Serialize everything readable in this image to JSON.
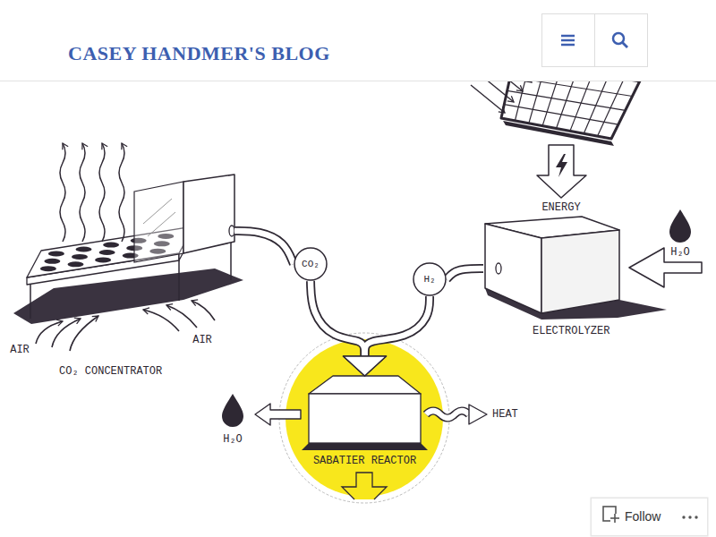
{
  "diagram": {
    "title": "CASEY HANDMER'S BLOG",
    "nodes": [
      {
        "text": [
          "CO₂ CONCENTRATOR"
        ]
      },
      {
        "text": [
          "CO₂"
        ]
      },
      {
        "text": [
          "ELECTROLYZER"
        ]
      },
      {
        "text": [
          "H₂"
        ]
      },
      {
        "text": [
          "SABATIER REACTOR"
        ]
      },
      {
        "text": [
          "Follow"
        ]
      }
    ],
    "edges": [
      {
        "from": 0,
        "to": 1,
        "arrow": "none"
      },
      {
        "from": 1,
        "to": 4,
        "arrow": "to"
      },
      {
        "from": 2,
        "to": 3,
        "arrow": "none"
      },
      {
        "from": 3,
        "to": 4,
        "arrow": "to"
      }
    ],
    "labels": [
      "ENERGY",
      "H₂O",
      "AIR",
      "AIR",
      "H₂O",
      "HEAT"
    ]
  }
}
